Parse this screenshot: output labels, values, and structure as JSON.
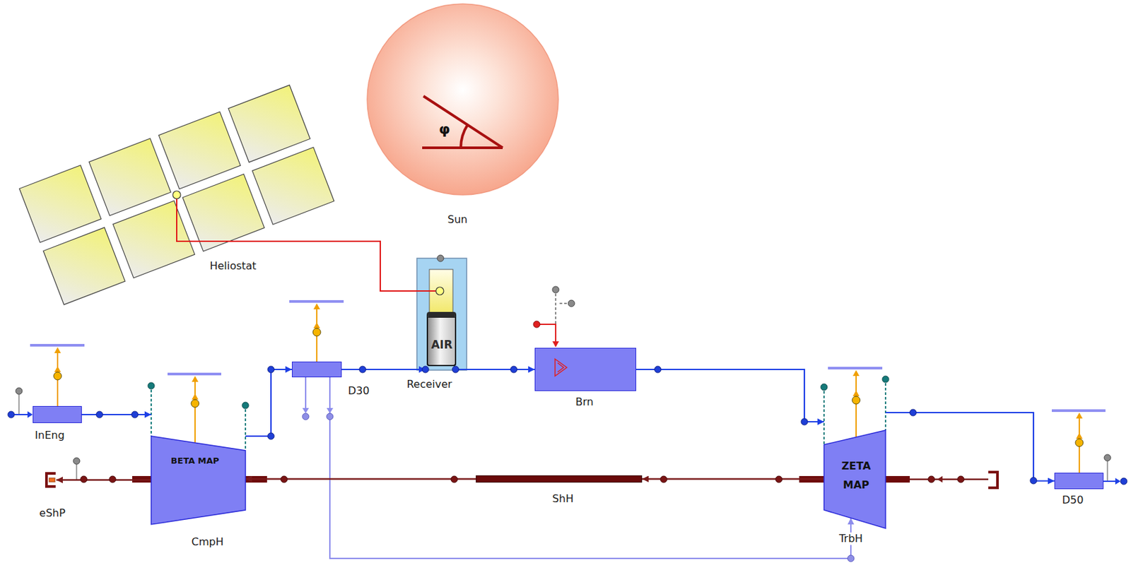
{
  "diagram": {
    "nodes": [
      {
        "text": [
          "Heliostat"
        ]
      },
      {
        "text": [
          "Sun"
        ]
      },
      {
        "text": [
          "Receiver"
        ]
      },
      {
        "text": [
          "AIR"
        ],
        "in": 2
      },
      {
        "text": [
          "D30"
        ]
      },
      {
        "text": [
          "Brn"
        ]
      },
      {
        "text": [
          "InEng"
        ]
      },
      {
        "text": [
          "BETA MAP",
          "CmpH"
        ]
      },
      {
        "text": [
          "ZETA MAP",
          "TrbH"
        ]
      },
      {
        "text": [
          "D50"
        ]
      },
      {
        "text": [
          "eShP"
        ]
      },
      {
        "text": [
          "ShH"
        ]
      }
    ],
    "edges": [
      {
        "from": 0,
        "to": 2,
        "arrow": "none"
      },
      {
        "from": 6,
        "to": 7,
        "arrow": "to"
      },
      {
        "from": 7,
        "to": 4,
        "arrow": "to"
      },
      {
        "from": 4,
        "to": 2,
        "arrow": "to"
      },
      {
        "from": 2,
        "to": 5,
        "arrow": "to"
      },
      {
        "from": 5,
        "to": 8,
        "arrow": "to"
      },
      {
        "from": 8,
        "to": 9,
        "arrow": "to"
      },
      {
        "from": 4,
        "to": 8,
        "arrow": "to"
      },
      {
        "from": 8,
        "to": 11,
        "arrow": "to"
      },
      {
        "from": 11,
        "to": 7,
        "arrow": "to"
      },
      {
        "from": 7,
        "to": 10,
        "arrow": "to"
      }
    ],
    "labels": [
      "φ"
    ]
  }
}
